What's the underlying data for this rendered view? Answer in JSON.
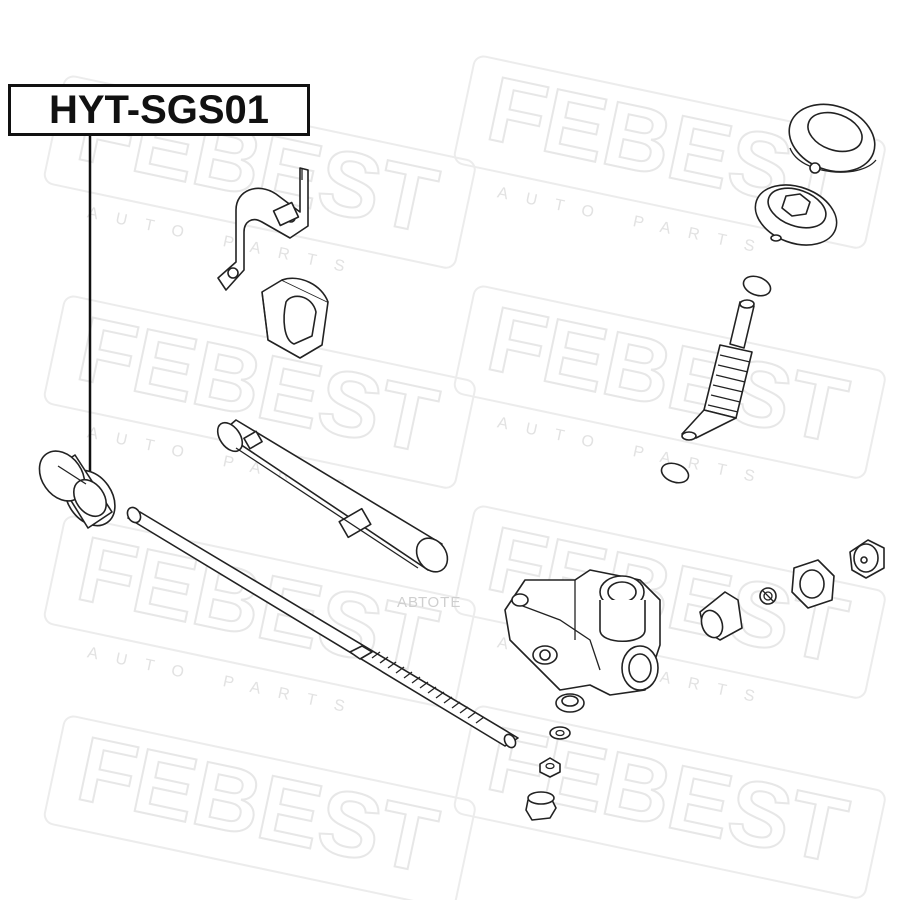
{
  "part_number": "HYT-SGS01",
  "watermark": {
    "brand": "FEBEST",
    "tagline": "AUTO PARTS",
    "site": "АВТОТЕ"
  },
  "colors": {
    "line": "#222222",
    "watermark": "#e7e7e7",
    "background": "#ffffff"
  }
}
